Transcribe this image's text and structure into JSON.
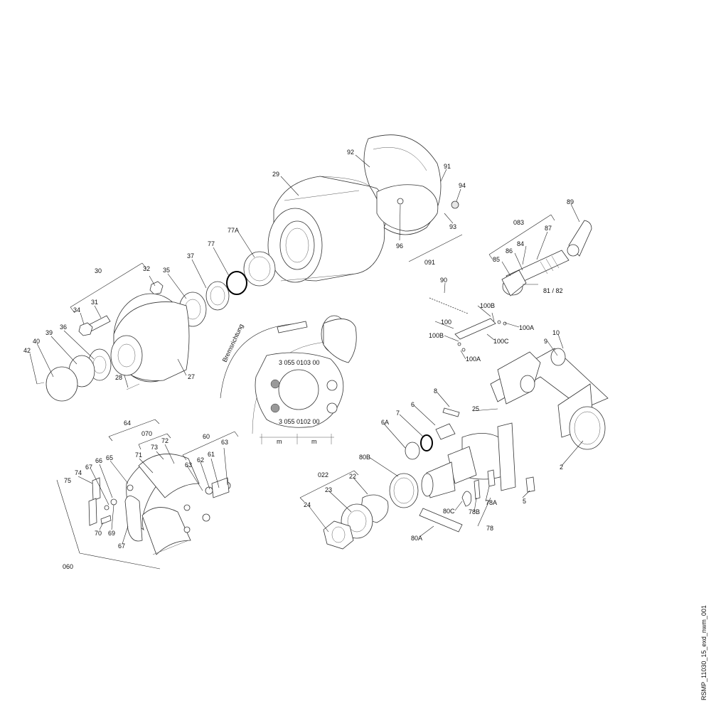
{
  "drawing_id": "RSMP_11030_15_exd_nwm_001",
  "inset": {
    "drum_label": "Bremsrichtung",
    "top_part_number": "3 055 0103 00",
    "bottom_part_number": "3 055 0102 00",
    "dim_left": "m",
    "dim_right": "m"
  },
  "labels": {
    "l29": "29",
    "l92": "92",
    "l91": "91",
    "l94": "94",
    "l93": "93",
    "l96": "96",
    "l091": "091",
    "l89": "89",
    "l083": "083",
    "l87": "87",
    "l84": "84",
    "l86": "86",
    "l85": "85",
    "l8182": "81 / 82",
    "l77A": "77A",
    "l77": "77",
    "l37": "37",
    "l35": "35",
    "l32": "32",
    "l30": "30",
    "l31": "31",
    "l34": "34",
    "l36": "36",
    "l39": "39",
    "l40": "40",
    "l42": "42",
    "l28": "28",
    "l27": "27",
    "l90": "90",
    "l100B": "100B",
    "l100": "100",
    "l100A": "100A",
    "l100B2": "100B",
    "l100C": "100C",
    "l100A2": "100A",
    "l10": "10",
    "l9": "9",
    "l8": "8",
    "l6": "6",
    "l7": "7",
    "l6A": "6A",
    "l25": "25",
    "l2": "2",
    "l80B": "80B",
    "l022": "022",
    "l22": "22",
    "l23": "23",
    "l24": "24",
    "l80C": "80C",
    "l78B": "78B",
    "l78A": "78A",
    "l78": "78",
    "l5": "5",
    "l80A": "80A",
    "l64": "64",
    "l070": "070",
    "l60": "60",
    "l72": "72",
    "l73": "73",
    "l71": "71",
    "l65": "65",
    "l66": "66",
    "l67": "67",
    "l74": "74",
    "l75": "75",
    "l63": "63",
    "l62": "62",
    "l61": "61",
    "l63b": "63",
    "l70": "70",
    "l69": "69",
    "l67b": "67",
    "l060": "060"
  }
}
